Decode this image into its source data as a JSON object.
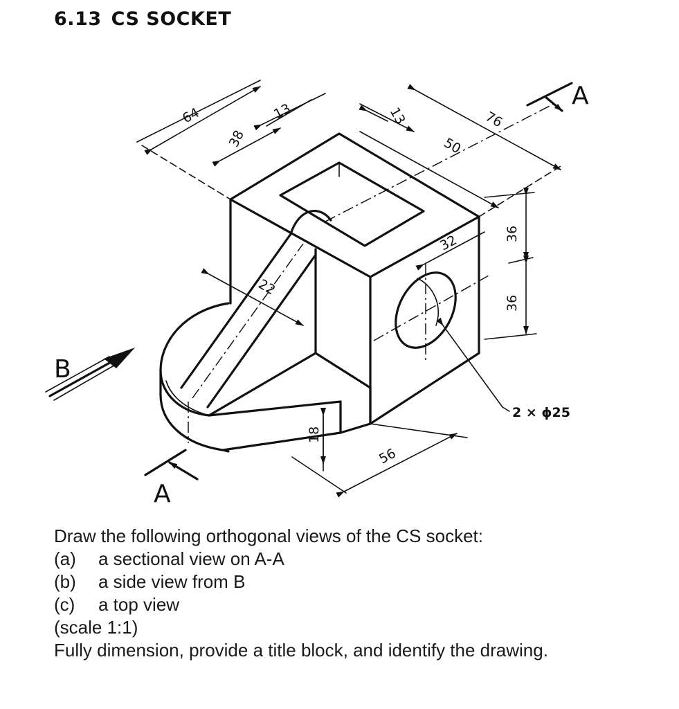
{
  "heading": {
    "number": "6.13",
    "title": "CS SOCKET"
  },
  "dimensions": {
    "overall_length": "64",
    "length_38": "38",
    "left_wall": "13",
    "right_wall": "13",
    "overall_width": "76",
    "opening": "50",
    "upper_height": "36",
    "lower_height": "36",
    "rib": "22",
    "hole_offset": "32",
    "base_thickness": "18",
    "base_length": "56"
  },
  "labels": {
    "section_a_top": "A",
    "section_a_bottom": "A",
    "view_b": "B"
  },
  "hole_callout": "2 × ϕ25",
  "instructions": {
    "intro": "Draw the following orthogonal views of the CS socket:",
    "items": [
      {
        "key": "(a)",
        "text": "a sectional view on A-A"
      },
      {
        "key": "(b)",
        "text": "a side view from B"
      },
      {
        "key": "(c)",
        "text": "a top view"
      }
    ],
    "scale": "(scale 1:1)",
    "final": "Fully dimension, provide a title block, and identify the drawing."
  }
}
